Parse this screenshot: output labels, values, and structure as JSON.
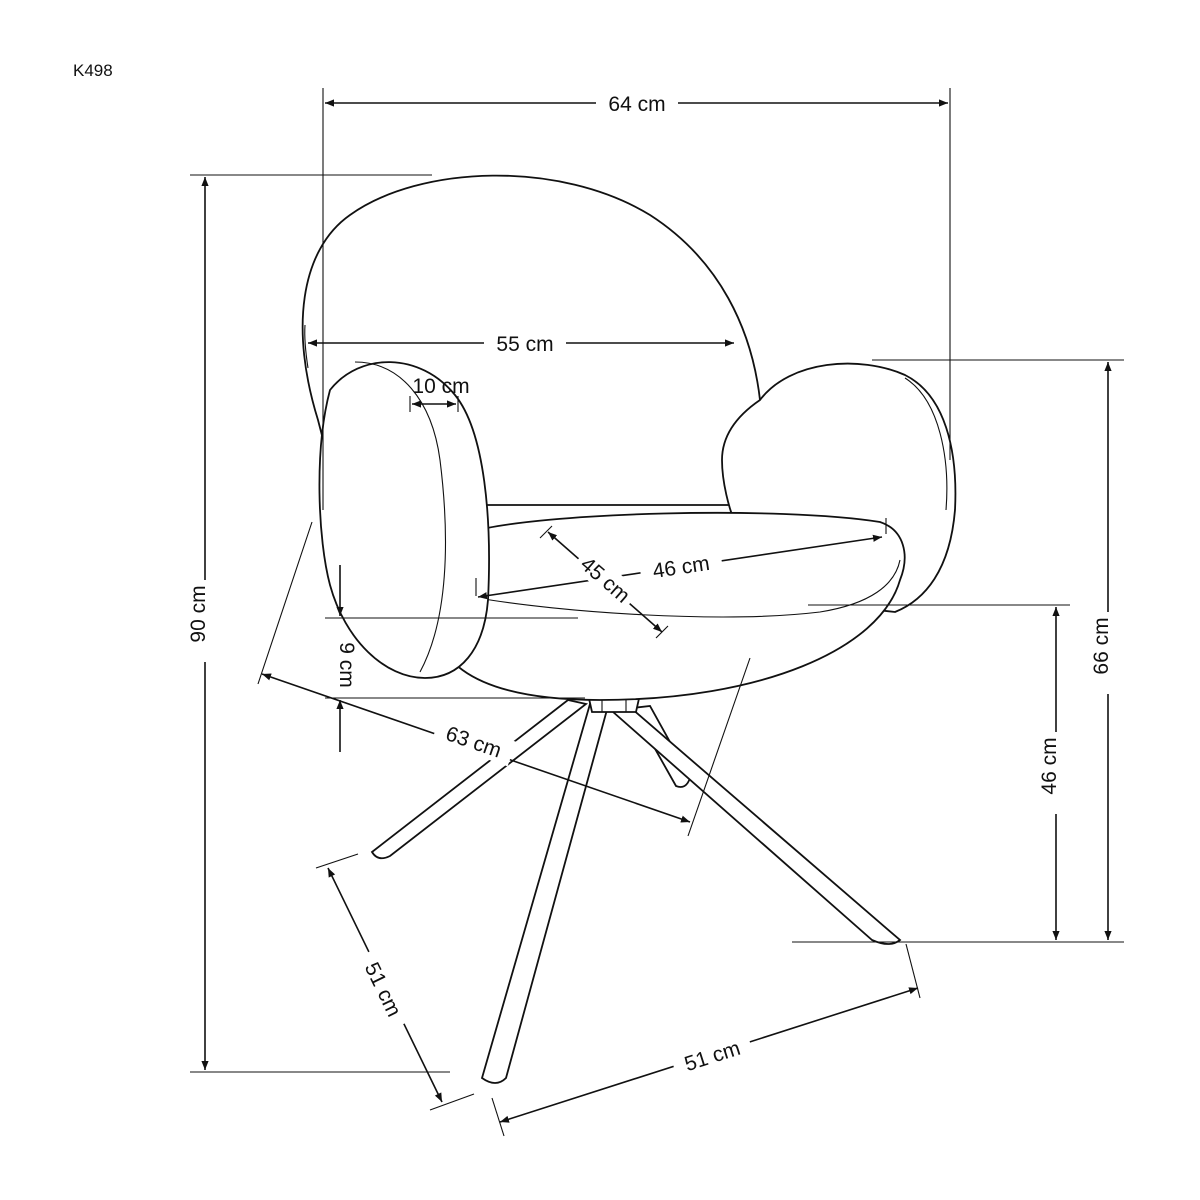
{
  "model_code": "K498",
  "dimensions": {
    "overall_width": "64 cm",
    "inner_width": "55 cm",
    "armrest_thickness": "10 cm",
    "seat_width": "46 cm",
    "seat_depth": "45 cm",
    "overall_height": "90 cm",
    "seat_thickness": "9 cm",
    "armrest_height": "66 cm",
    "seat_height": "46 cm",
    "overall_depth": "63 cm",
    "base_depth": "51 cm",
    "base_width": "51 cm"
  },
  "colors": {
    "line": "#111111",
    "background": "#ffffff"
  }
}
